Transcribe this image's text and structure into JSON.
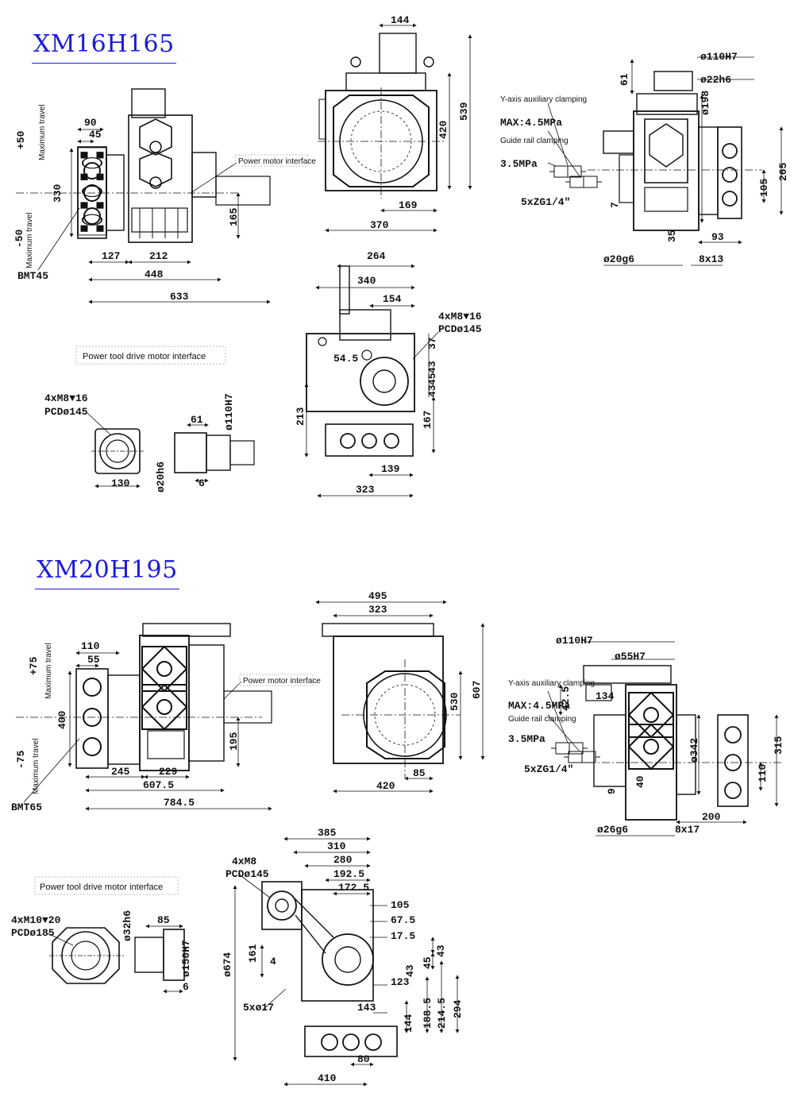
{
  "models": [
    {
      "title": "XM16H165",
      "labels": {
        "power_motor_interface": "Power motor interface",
        "power_tool_drive_motor_interface": "Power tool drive motor interface",
        "maximum_travel": "Maximum travel",
        "y_axis_aux_clamping": "Y-axis auxiliary clamping",
        "guide_rail_clamping": "Guide rail clamping"
      },
      "dims_side": [
        "+50",
        "90",
        "45",
        "330",
        "-50",
        "BMT45",
        "127",
        "212",
        "448",
        "633",
        "165"
      ],
      "dims_front": [
        "144",
        "539",
        "420",
        "169",
        "370"
      ],
      "dims_right": [
        "61",
        "ø110H7",
        "ø22h6",
        "ø198",
        "MAX:4.5MPa",
        "3.5MPa",
        "5xZG1/4\"",
        "265",
        "105",
        "7",
        "35",
        "93",
        "ø20g6",
        "8x13"
      ],
      "dims_top": [
        "264",
        "340",
        "154",
        "4xM8▼16",
        "PCDø145",
        "37",
        "54.5",
        "43",
        "45",
        "43",
        "213",
        "167",
        "139",
        "323"
      ],
      "dims_iface": [
        "4xM8▼16",
        "PCDø145",
        "130",
        "61",
        "ø110H7",
        "ø20h6",
        "6"
      ]
    },
    {
      "title": "XM20H195",
      "labels": {
        "power_motor_interface": "Power motor interface",
        "power_tool_drive_motor_interface": "Power tool drive motor interface",
        "maximum_travel": "Maximum travel",
        "y_axis_aux_clamping": "Y-axis auxiliary clamping",
        "guide_rail_clamping": "Guide rail clamping"
      },
      "dims_side": [
        "110",
        "55",
        "+75",
        "400",
        "-75",
        "BMT65",
        "245",
        "229",
        "607.5",
        "784.5",
        "195"
      ],
      "dims_front": [
        "495",
        "323",
        "530",
        "607",
        "85",
        "420"
      ],
      "dims_right": [
        "ø110H7",
        "ø55H7",
        "134",
        "42.5",
        "MAX:4.5MPa",
        "3.5MPa",
        "5xZG1/4\"",
        "ø342",
        "315",
        "110",
        "9",
        "40",
        "200",
        "ø26g6",
        "8x17"
      ],
      "dims_top": [
        "385",
        "310",
        "280",
        "192.5",
        "172.5",
        "105",
        "67.5",
        "17.5",
        "4xM8",
        "PCDø145",
        "161",
        "4",
        "ø674",
        "43",
        "45",
        "43",
        "123",
        "143",
        "5xø17",
        "144",
        "188.5",
        "214.5",
        "294",
        "80",
        "410"
      ],
      "dims_iface": [
        "4xM10▼20",
        "PCDø185",
        "85",
        "ø32h6",
        "ø150H7",
        "6"
      ]
    }
  ]
}
